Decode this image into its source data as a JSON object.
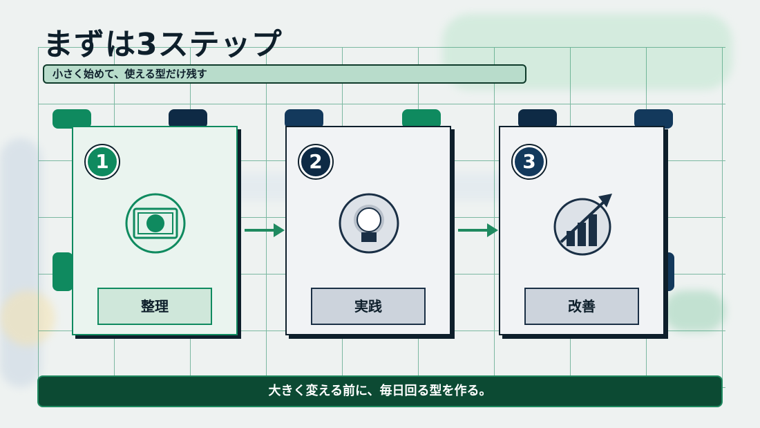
{
  "title": "まずは3ステップ",
  "subtitle": "小さく始めて、使える型だけ残す",
  "steps": [
    {
      "number": "1",
      "label": "整理",
      "icon": "organize-icon",
      "accent": "#0f8a5f"
    },
    {
      "number": "2",
      "label": "実践",
      "icon": "lightbulb-icon",
      "accent": "#0e2a45"
    },
    {
      "number": "3",
      "label": "改善",
      "icon": "growth-chart-icon",
      "accent": "#13395c"
    }
  ],
  "footer": "大きく変える前に、毎日回る型を作る。",
  "colors": {
    "green": "#0f8a5f",
    "navy": "#0e1f2b",
    "dark_green": "#0c4a33"
  }
}
